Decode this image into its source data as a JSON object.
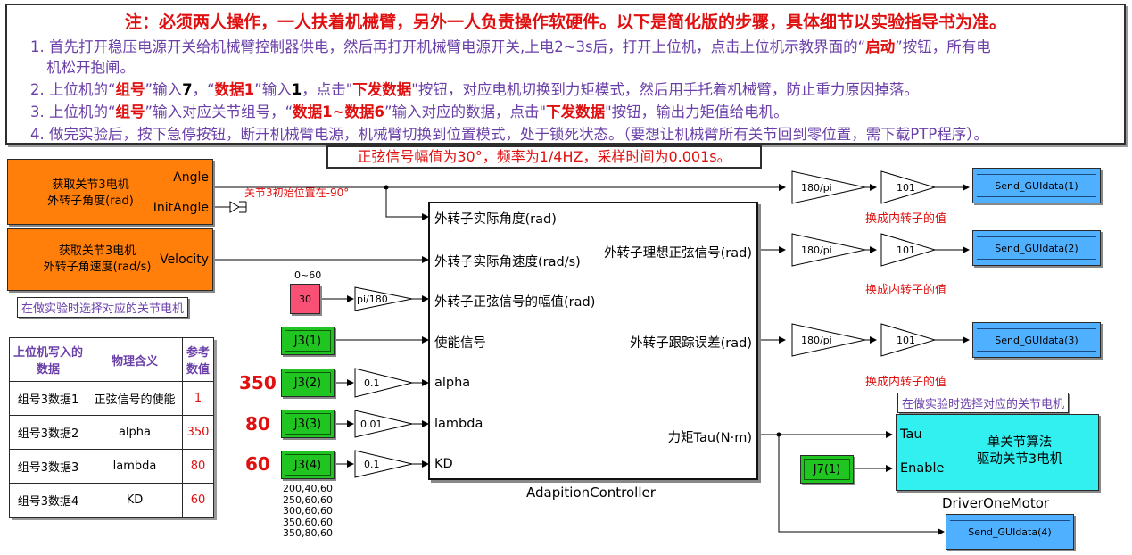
{
  "notes": {
    "title": "注：必须两人操作，一人扶着机械臂，另外一人负责操作软硬件。以下是简化版的步骤，具体细节以实验指导书为准。",
    "step1_a": "1. 首先打开稳压电源开关给机械臂控制器供电，然后再打开机械臂电源开关,上电2~3s后，打开上位机，点击上位机示教界面的“",
    "step1_key": "启动",
    "step1_b": "”按钮，所有电",
    "step1_c": "机松开抱闸。",
    "step2_a": "2. 上位机的“",
    "step2_k1": "组号",
    "step2_b": "”输入",
    "step2_v1": "7",
    "step2_c": "，“",
    "step2_k2": "数据1",
    "step2_d": "”输入",
    "step2_v2": "1",
    "step2_e": "，点击\"",
    "step2_k3": "下发数据",
    "step2_f": "\"按钮，对应电机切换到力矩模式，然后用手托着机械臂，防止重力原因掉落。",
    "step3_a": "3. 上位机的“",
    "step3_k1": "组号",
    "step3_b": "”输入对应关节组号，“",
    "step3_k2": "数据1~数据6",
    "step3_c": "”输入对应的数据，点击\"",
    "step3_k3": "下发数据",
    "step3_d": "\"按钮，输出力矩值给电机。",
    "step4": "4. 做完实验后，按下急停按钮，断开机械臂电源，机械臂切换到位置模式，处于锁死状态。（要想让机械臂所有关节回到零位置，需下载PTP程序）。"
  },
  "callout": "正弦信号幅值为30°，频率为1/4HZ，采样时间为0.001s。",
  "blocks": {
    "angle_block": {
      "line1": "获取关节3电机",
      "line2": "外转子角度(rad)",
      "out1": "Angle",
      "out2": "InitAngle"
    },
    "velocity_block": {
      "line1": "获取关节3电机",
      "line2": "外转子角速度(rad/s)",
      "out1": "Velocity"
    },
    "init_note": "关节3初始位置在-90°",
    "select_note": "在做实验时选择对应的关节电机",
    "constant": {
      "range": "0~60",
      "value": "30"
    },
    "gain_pi180": "pi/180",
    "gains_180pi": [
      "180/pi",
      "180/pi",
      "180/pi"
    ],
    "gains_101": [
      "101",
      "101",
      "101"
    ],
    "inner_notes": [
      "换成内转子的值",
      "换成内转子的值",
      "换成内转子的值"
    ],
    "send": [
      "Send_GUIdata(1)",
      "Send_GUIdata(2)",
      "Send_GUIdata(3)",
      "Send_GUIdata(4)"
    ],
    "j3": [
      "J3(1)",
      "J3(2)",
      "J3(3)",
      "J3(4)"
    ],
    "j7": "J7(1)",
    "gains_small": [
      "0.1",
      "0.01",
      "0.1"
    ],
    "big_values": [
      "350",
      "80",
      "60"
    ],
    "kd_list": [
      "200,40,60",
      "250,60,60",
      "300,60,60",
      "350,60,60",
      "350,80,60"
    ]
  },
  "controller": {
    "name": "AdapitionController",
    "inputs": [
      "外转子实际角度(rad)",
      "外转子实际角速度(rad/s)",
      "外转子正弦信号的幅值(rad)",
      "使能信号",
      "alpha",
      "lambda",
      "KD"
    ],
    "outputs": [
      "外转子理想正弦信号(rad)",
      "外转子跟踪误差(rad)",
      "力矩Tau(N·m)"
    ]
  },
  "driver": {
    "name": "DriverOneMotor",
    "line1": "单关节算法",
    "line2": "驱动关节3电机",
    "in1": "Tau",
    "in2": "Enable",
    "note": "在做实验时选择对应的关节电机"
  },
  "table": {
    "headers": [
      "上位机写入的数据",
      "物理含义",
      "参考数值"
    ],
    "rows": [
      [
        "组号3数据1",
        "正弦信号的使能",
        "1"
      ],
      [
        "组号3数据2",
        "alpha",
        "350"
      ],
      [
        "组号3数据3",
        "lambda",
        "80"
      ],
      [
        "组号3数据4",
        "KD",
        "60"
      ]
    ]
  },
  "colors": {
    "red": "#e01010",
    "purple": "#6a3fa8",
    "orange": "#ff7f0a",
    "green": "#21c522",
    "cyan": "#33f0f0",
    "blue": "#4fb0ff",
    "pink": "#f95075"
  }
}
